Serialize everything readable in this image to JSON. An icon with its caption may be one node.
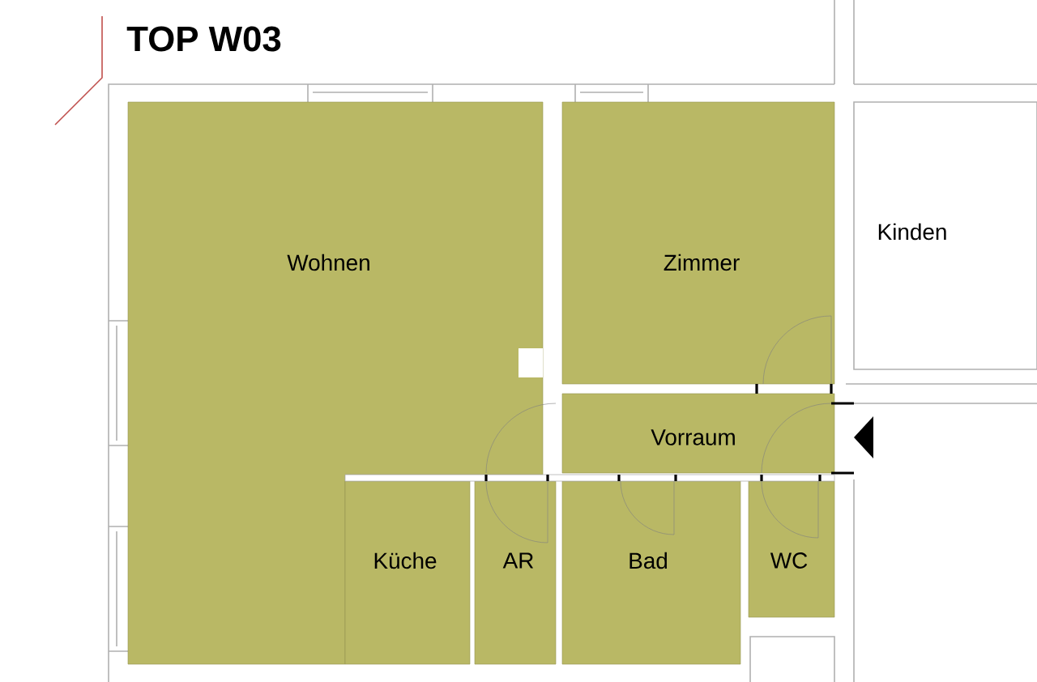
{
  "diagram": {
    "title": "TOP W03",
    "nodes": [
      {
        "text": [
          "Wohnen"
        ]
      },
      {
        "text": [
          "Küche"
        ],
        "in": 0
      },
      {
        "text": [
          "Zimmer"
        ]
      },
      {
        "text": [
          "Kinden"
        ]
      },
      {
        "text": [
          "Vorraum"
        ]
      },
      {
        "text": [
          "AR"
        ]
      },
      {
        "text": [
          "Bad"
        ]
      },
      {
        "text": [
          "WC"
        ]
      }
    ],
    "edges": []
  }
}
